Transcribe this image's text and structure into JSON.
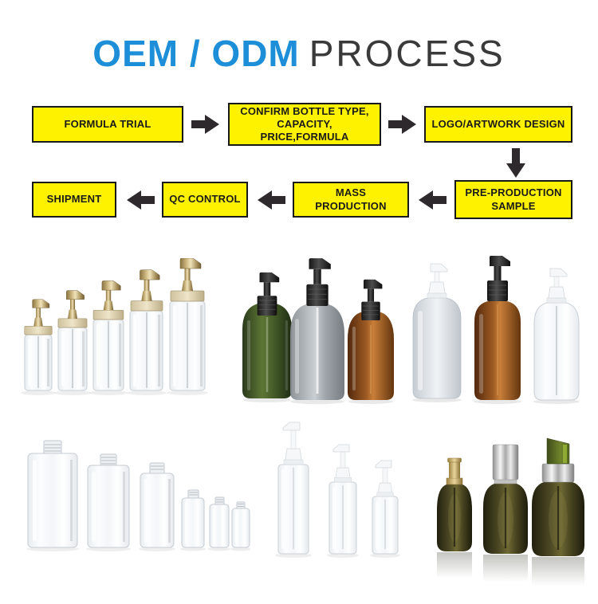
{
  "title": {
    "accent_text": "OEM / ODM",
    "plain_text": "PROCESS",
    "accent_color": "#1d8ed8",
    "plain_color": "#3a3a3a"
  },
  "flowchart": {
    "box_fill": "#fff200",
    "box_border": "#191919",
    "arrow_color": "#2d292c",
    "row1": [
      {
        "label": "FORMULA TRIAL"
      },
      {
        "label": "CONFIRM BOTTLE TYPE, CAPACITY, PRICE,FORMULA"
      },
      {
        "label": "LOGO/ARTWORK DESIGN"
      }
    ],
    "row2": [
      {
        "label": "SHIPMENT"
      },
      {
        "label": "QC CONTROL"
      },
      {
        "label": "MASS PRODUCTION"
      },
      {
        "label": "PRE-PRODUCTION SAMPLE"
      }
    ]
  },
  "product_gallery": {
    "palette": {
      "gold_pump": "#b59a62",
      "champagne_collar": "#d8c9a3",
      "black_pump": "#1d1d1d",
      "white_pump": "#f5f7f8",
      "green_bottle": "#4d6030",
      "smoke_gray_bottle": "#9aa0a5",
      "amber_bottle": "#9c5a22",
      "pearl_white_bottle": "#dfe4e9",
      "clear_bottle_edge": "#c9cfd4",
      "olive_glass": "#5a5429",
      "silver_cap": "#c9c9c9",
      "gold_cap": "#c4a85c",
      "green_cap": "#70842c"
    },
    "rows": [
      {
        "groups": [
          {
            "name": "square-clear-gold-pump-bottles",
            "count": 5
          },
          {
            "name": "green-gray-amber-black-pump-bottles",
            "count": 3
          },
          {
            "name": "pearl-amber-clear-lotion-pump-bottles",
            "count": 3
          }
        ]
      },
      {
        "groups": [
          {
            "name": "square-clear-open-neck-bottles",
            "count": 6
          },
          {
            "name": "clear-cylinder-white-pump-bottles",
            "count": 3
          },
          {
            "name": "olive-glass-dropper-bottles",
            "count": 3
          }
        ]
      }
    ]
  }
}
